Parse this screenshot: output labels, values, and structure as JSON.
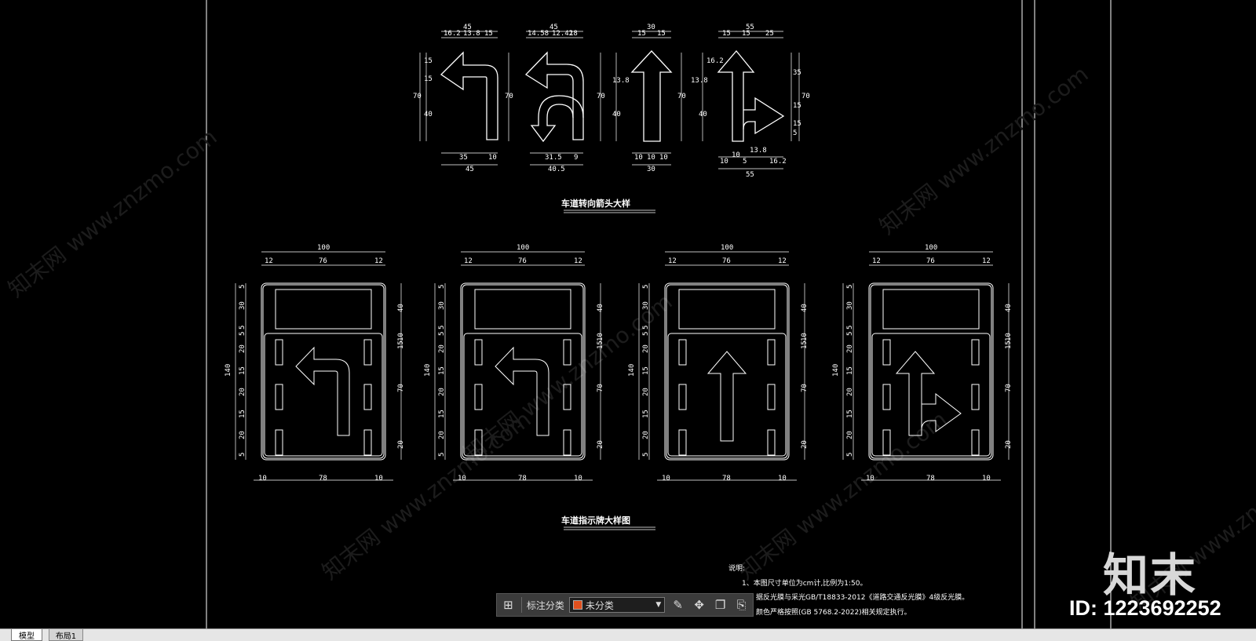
{
  "drawing": {
    "title_arrows": "车道转向箭头大样",
    "title_signs": "车道指示牌大样图",
    "notes_heading": "说明:",
    "notes": [
      "1、本图尺寸单位为cm计,比例为1:50。",
      "据反光膜与采光GB/T18833-2012《道路交通反光膜》4级反光膜。",
      "颜色严格按照(GB 5768.2-2022)相关规定执行。"
    ],
    "arrow_dims": {
      "a1_top": [
        "45",
        "16.2",
        "13.8",
        "15"
      ],
      "a1_bottom": [
        "35",
        "10",
        "45"
      ],
      "a1_left": [
        "15",
        "15",
        "70",
        "40"
      ],
      "a1_right": "70",
      "a2_top": [
        "45",
        "14.58",
        "12.42",
        "18"
      ],
      "a2_bottom": [
        "31.5",
        "9",
        "40.5"
      ],
      "a2_right": "70",
      "a3_top": [
        "30",
        "15",
        "15"
      ],
      "a3_bottom": [
        "10",
        "10",
        "10",
        "30"
      ],
      "a3_left": [
        "13.8",
        "40"
      ],
      "a3_right": "70",
      "a4_top": [
        "55",
        "15",
        "15",
        "25"
      ],
      "a4_bottom": [
        "10",
        "10",
        "5",
        "13.8",
        "16.2",
        "55"
      ],
      "a4_left": [
        "16.2",
        "13.8",
        "40"
      ],
      "a4_right": [
        "35",
        "70",
        "15",
        "5",
        "15"
      ]
    },
    "sign_dims": {
      "top": [
        "100",
        "12",
        "76",
        "12"
      ],
      "bottom": [
        "10",
        "78",
        "10"
      ],
      "left": [
        "5",
        "30",
        "5",
        "5",
        "20",
        "15",
        "20",
        "15",
        "20",
        "5"
      ],
      "height": "140",
      "right": [
        "40",
        "10",
        "15",
        "70",
        "20",
        "15"
      ]
    },
    "watermark": "知末网 www.znzmo.com"
  },
  "toolbar": {
    "label": "标注分类",
    "category_value": "未分类",
    "swatch_color": "#e0501e"
  },
  "tabs": [
    "模型",
    "布局1"
  ],
  "brand": "知末",
  "id_text": "ID: 1223692252"
}
